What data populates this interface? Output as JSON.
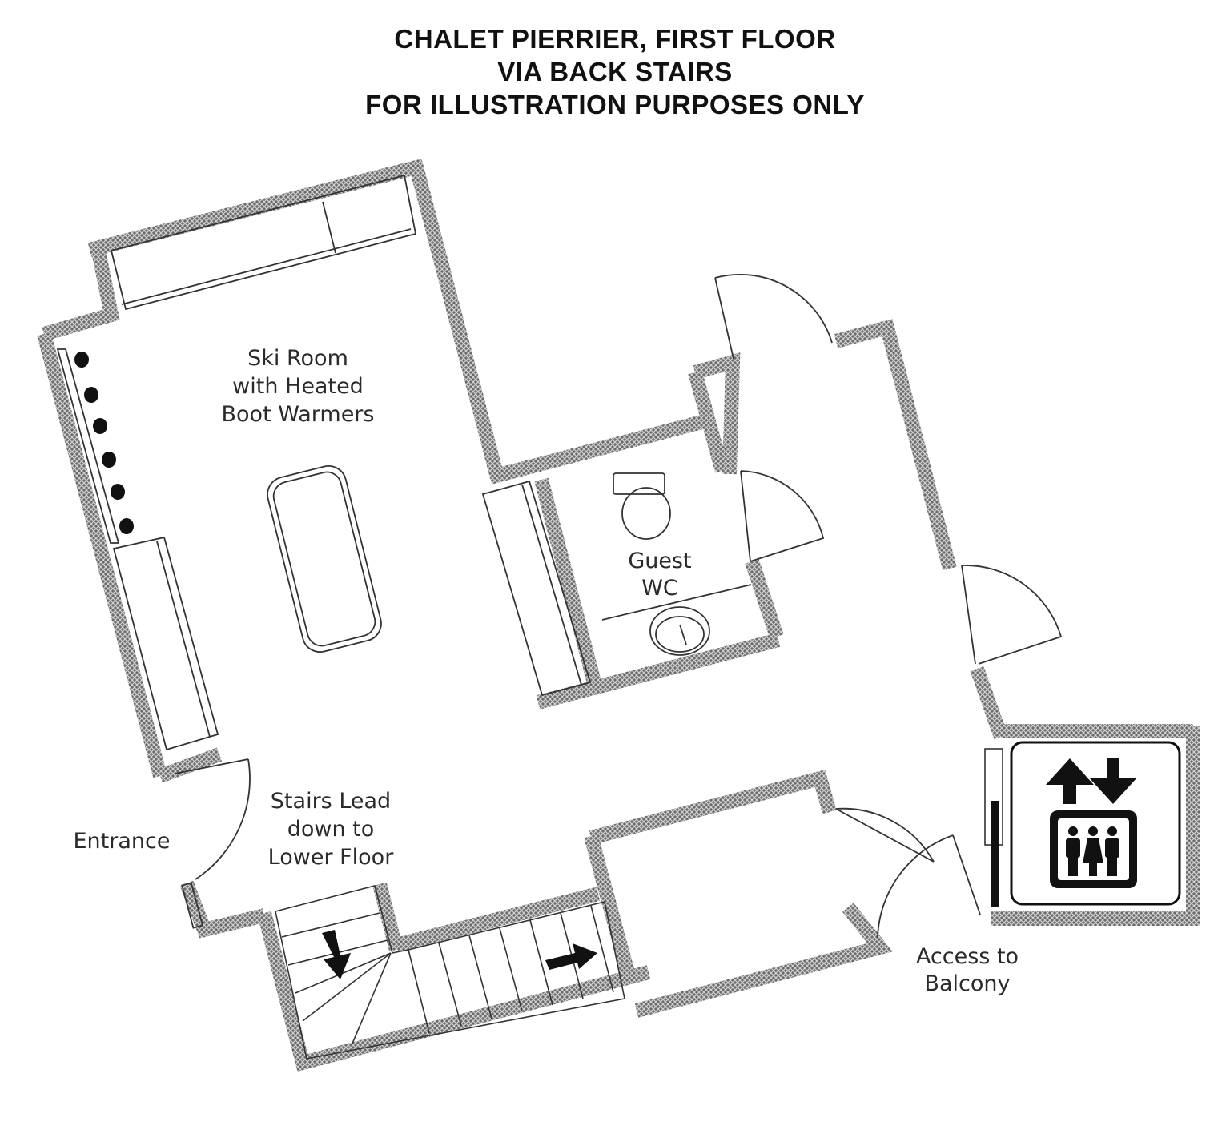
{
  "title": {
    "line1": "CHALET PIERRIER, FIRST FLOOR",
    "line2": "VIA BACK STAIRS",
    "line3": "FOR ILLUSTRATION PURPOSES ONLY"
  },
  "labels": {
    "ski_room": [
      "Ski Room",
      "with Heated",
      "Boot Warmers"
    ],
    "guest_wc": [
      "Guest",
      "WC"
    ],
    "stairs": [
      "Stairs Lead",
      "down to",
      "Lower Floor"
    ],
    "entrance": [
      "Entrance"
    ],
    "balcony": [
      "Access to",
      "Balcony"
    ]
  },
  "colors": {
    "wall_fill": "#6b6b6b",
    "wall_hatch": "#d0d0d0",
    "line": "#333333",
    "icon": "#111111"
  },
  "icons": {
    "lift": "lift-icon"
  }
}
